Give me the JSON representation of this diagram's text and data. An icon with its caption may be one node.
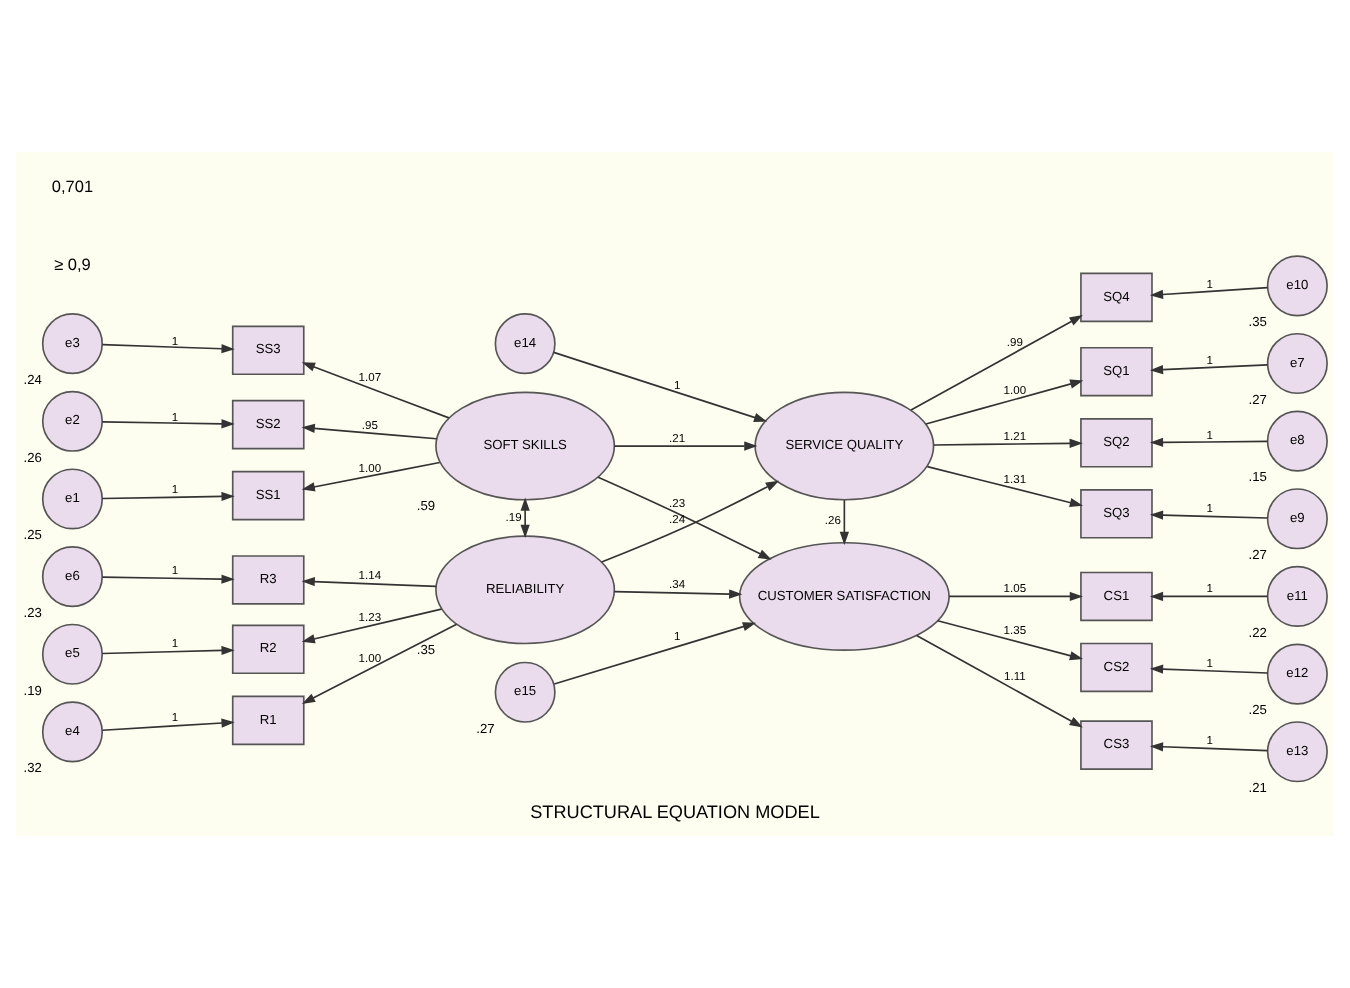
{
  "diagram": {
    "caption": "STRUCTURAL EQUATION MODEL",
    "nodes": [
      {
        "text": [
          "e3"
        ],
        "beside": [
          ".24"
        ]
      },
      {
        "text": [
          "SS3"
        ]
      },
      {
        "text": [
          "SOFT SKILLS"
        ],
        "beside": [
          ".59"
        ]
      },
      {
        "text": [
          "e14"
        ]
      },
      {
        "text": [
          "SERVICE QUALITY"
        ]
      },
      {
        "text": [
          "SQ1"
        ]
      },
      {
        "text": [
          "e7"
        ],
        "beside": [
          ".27"
        ]
      },
      {
        "text": [
          "e2"
        ],
        "beside": [
          ".26"
        ]
      },
      {
        "text": [
          "SS2"
        ]
      },
      {
        "text": [
          "SQ2"
        ]
      },
      {
        "text": [
          "e8"
        ],
        "beside": [
          ".15"
        ]
      },
      {
        "text": [
          "e1"
        ],
        "beside": [
          ".25"
        ]
      },
      {
        "text": [
          "SS1"
        ]
      },
      {
        "text": [
          "SQ3"
        ]
      },
      {
        "text": [
          "e9"
        ],
        "beside": [
          ".27"
        ]
      },
      {
        "text": [
          "SQ4"
        ]
      },
      {
        "text": [
          "e10"
        ],
        "beside": [
          ".35"
        ]
      },
      {
        "text": [
          "e15"
        ],
        "beside": [
          ".27"
        ]
      },
      {
        "text": [
          "e6"
        ],
        "beside": [
          ".23"
        ]
      },
      {
        "text": [
          "R3"
        ]
      },
      {
        "text": [
          "CS1"
        ]
      },
      {
        "text": [
          "e11"
        ],
        "beside": [
          ".22"
        ]
      },
      {
        "text": [
          "e5"
        ],
        "beside": [
          ".19"
        ]
      },
      {
        "text": [
          "R2"
        ]
      },
      {
        "text": [
          "RELIABILITY"
        ],
        "beside": [
          ".35"
        ]
      },
      {
        "text": [
          "CUSTOMER SATISFACTION"
        ]
      },
      {
        "text": [
          "CS2"
        ]
      },
      {
        "text": [
          "e12"
        ],
        "beside": [
          ".25"
        ]
      },
      {
        "text": [
          "e4"
        ],
        "beside": [
          ".32"
        ]
      },
      {
        "text": [
          "R1"
        ]
      },
      {
        "text": [
          "CS3"
        ]
      },
      {
        "text": [
          "e13"
        ],
        "beside": [
          ".21"
        ]
      }
    ],
    "edges": [
      {
        "from": 0,
        "to": 1,
        "arrow": "to",
        "label": "1"
      },
      {
        "from": 7,
        "to": 8,
        "arrow": "to",
        "label": "1"
      },
      {
        "from": 11,
        "to": 12,
        "arrow": "to",
        "label": "1"
      },
      {
        "from": 2,
        "to": 1,
        "arrow": "to",
        "label": "1.07"
      },
      {
        "from": 2,
        "to": 8,
        "arrow": "to",
        "label": ".95"
      },
      {
        "from": 2,
        "to": 12,
        "arrow": "to",
        "label": "1.00"
      },
      {
        "from": 2,
        "to": 4,
        "arrow": "to",
        "label": ".21"
      },
      {
        "from": 2,
        "to": 24,
        "arrow": "both",
        "label": ".19"
      },
      {
        "from": 2,
        "to": 25,
        "arrow": "to",
        "label": ".23"
      },
      {
        "from": 3,
        "to": 4,
        "arrow": "to",
        "label": "1"
      },
      {
        "from": 4,
        "to": 5,
        "arrow": "to",
        "label": "1.00"
      },
      {
        "from": 4,
        "to": 9,
        "arrow": "to",
        "label": "1.21"
      },
      {
        "from": 4,
        "to": 13,
        "arrow": "to",
        "label": "1.31"
      },
      {
        "from": 4,
        "to": 15,
        "arrow": "to",
        "label": ".99"
      },
      {
        "from": 6,
        "to": 5,
        "arrow": "to",
        "label": "1"
      },
      {
        "from": 10,
        "to": 9,
        "arrow": "to",
        "label": "1"
      },
      {
        "from": 14,
        "to": 13,
        "arrow": "to",
        "label": "1"
      },
      {
        "from": 16,
        "to": 15,
        "arrow": "to",
        "label": "1"
      },
      {
        "from": 4,
        "to": 25,
        "arrow": "to",
        "label": ".26"
      },
      {
        "from": 17,
        "to": 25,
        "arrow": "to",
        "label": "1"
      },
      {
        "from": 18,
        "to": 19,
        "arrow": "to",
        "label": "1"
      },
      {
        "from": 22,
        "to": 23,
        "arrow": "to",
        "label": "1"
      },
      {
        "from": 28,
        "to": 29,
        "arrow": "to",
        "label": "1"
      },
      {
        "from": 24,
        "to": 19,
        "arrow": "to",
        "label": "1.14"
      },
      {
        "from": 24,
        "to": 23,
        "arrow": "to",
        "label": "1.23"
      },
      {
        "from": 24,
        "to": 29,
        "arrow": "to",
        "label": "1.00"
      },
      {
        "from": 24,
        "to": 4,
        "arrow": "to",
        "label": ".24"
      },
      {
        "from": 24,
        "to": 25,
        "arrow": "to",
        "label": ".34"
      },
      {
        "from": 25,
        "to": 20,
        "arrow": "to",
        "label": "1.05"
      },
      {
        "from": 25,
        "to": 26,
        "arrow": "to",
        "label": "1.35"
      },
      {
        "from": 25,
        "to": 30,
        "arrow": "to",
        "label": "1.11"
      },
      {
        "from": 21,
        "to": 20,
        "arrow": "to",
        "label": "1"
      },
      {
        "from": 27,
        "to": 26,
        "arrow": "to",
        "label": "1"
      },
      {
        "from": 31,
        "to": 30,
        "arrow": "to",
        "label": "1"
      }
    ],
    "labels": [
      "≥ 0,9",
      "0,701"
    ]
  }
}
